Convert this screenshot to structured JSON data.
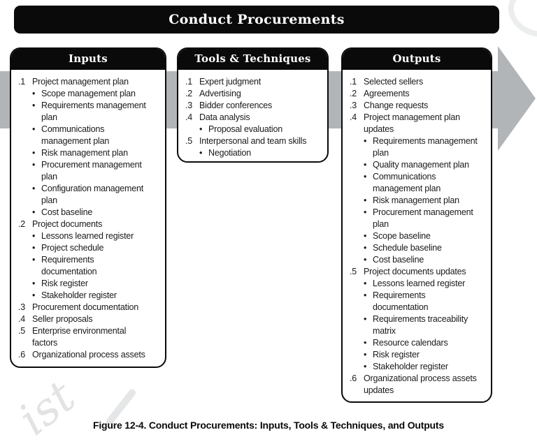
{
  "title": "Conduct Procurements",
  "caption": "Figure 12-4. Conduct Procurements: Inputs, Tools & Techniques, and Outputs",
  "bullet_glyph": "•",
  "watermark": "ist",
  "colors": {
    "arrow": "#b2b5b7",
    "box_border": "#0a0a0a",
    "header_bg": "#0a0a0a",
    "header_text": "#ffffff",
    "body_text": "#1a1a1a"
  },
  "columns": [
    {
      "header": "Inputs",
      "items": [
        {
          "num": ".1",
          "text": "Project management plan",
          "subs": [
            "Scope management plan",
            "Requirements management\nplan",
            "Communications\nmanagement plan",
            "Risk management plan",
            "Procurement management\nplan",
            "Configuration management\nplan",
            "Cost baseline"
          ]
        },
        {
          "num": ".2",
          "text": "Project documents",
          "subs": [
            "Lessons learned register",
            "Project schedule",
            "Requirements\ndocumentation",
            "Risk register",
            "Stakeholder register"
          ]
        },
        {
          "num": ".3",
          "text": "Procurement documentation",
          "subs": []
        },
        {
          "num": ".4",
          "text": "Seller proposals",
          "subs": []
        },
        {
          "num": ".5",
          "text": "Enterprise environmental\nfactors",
          "subs": []
        },
        {
          "num": ".6",
          "text": "Organizational process assets",
          "subs": []
        }
      ]
    },
    {
      "header": "Tools & Techniques",
      "items": [
        {
          "num": ".1",
          "text": "Expert judgment",
          "subs": []
        },
        {
          "num": ".2",
          "text": "Advertising",
          "subs": []
        },
        {
          "num": ".3",
          "text": "Bidder conferences",
          "subs": []
        },
        {
          "num": ".4",
          "text": "Data analysis",
          "subs": [
            "Proposal evaluation"
          ]
        },
        {
          "num": ".5",
          "text": "Interpersonal and team skills",
          "subs": [
            "Negotiation"
          ]
        }
      ]
    },
    {
      "header": "Outputs",
      "items": [
        {
          "num": ".1",
          "text": "Selected sellers",
          "subs": []
        },
        {
          "num": ".2",
          "text": "Agreements",
          "subs": []
        },
        {
          "num": ".3",
          "text": "Change requests",
          "subs": []
        },
        {
          "num": ".4",
          "text": "Project management plan\nupdates",
          "subs": [
            "Requirements management\nplan",
            "Quality management plan",
            "Communications\nmanagement plan",
            "Risk management plan",
            "Procurement management\nplan",
            "Scope baseline",
            "Schedule baseline",
            "Cost baseline"
          ]
        },
        {
          "num": ".5",
          "text": "Project documents updates",
          "subs": [
            "Lessons learned register",
            "Requirements\ndocumentation",
            "Requirements traceability\nmatrix",
            "Resource calendars",
            "Risk register",
            "Stakeholder register"
          ]
        },
        {
          "num": ".6",
          "text": "Organizational process assets\nupdates",
          "subs": []
        }
      ]
    }
  ]
}
